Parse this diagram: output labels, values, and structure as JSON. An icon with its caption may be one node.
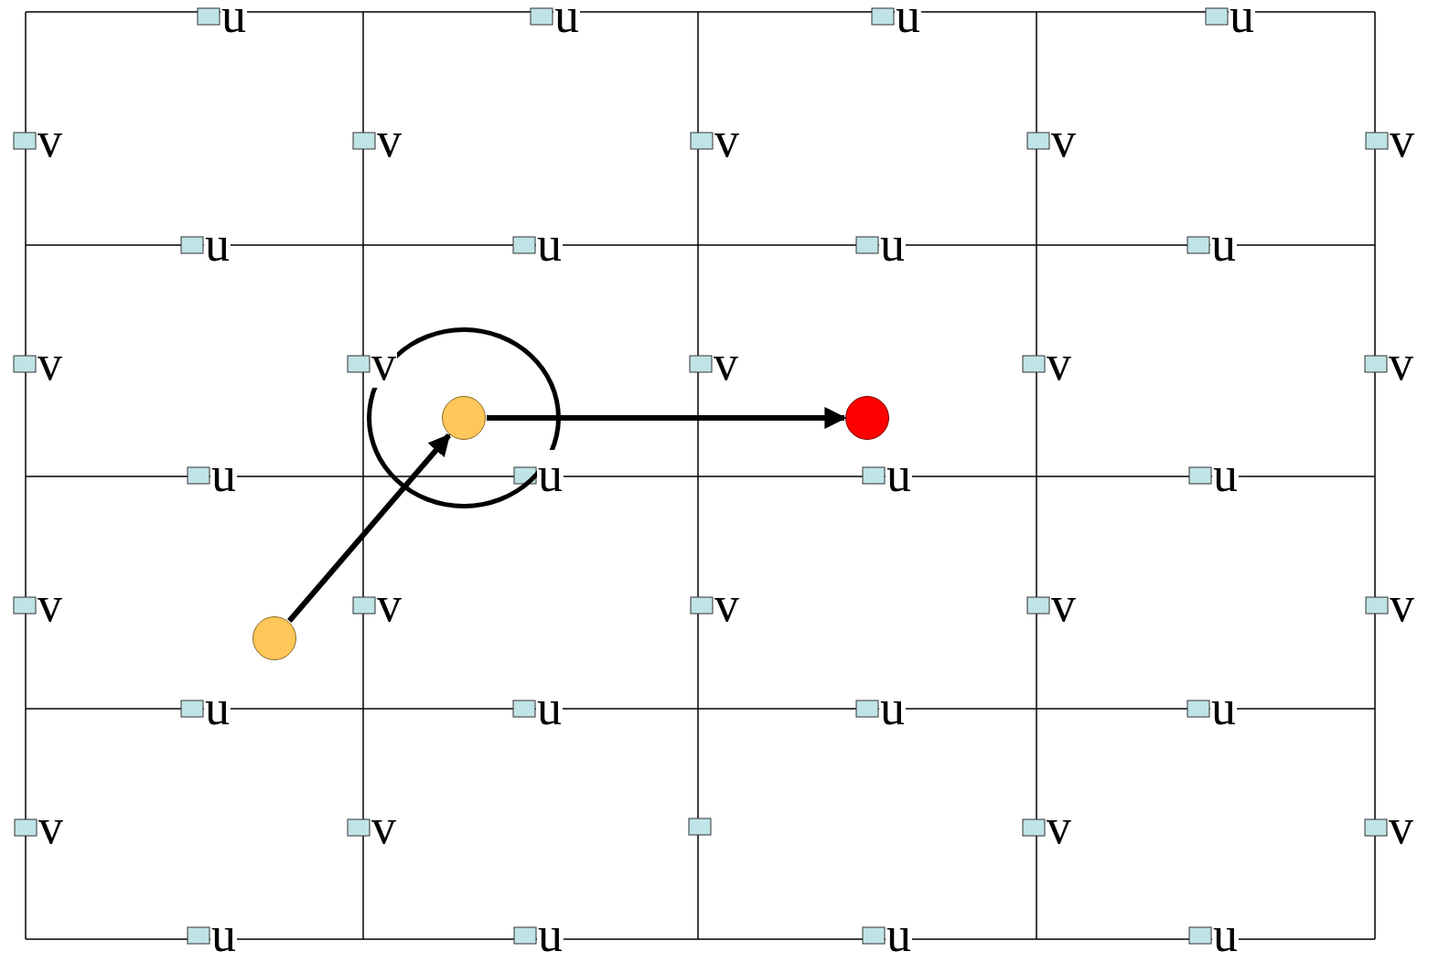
{
  "diagram": {
    "nodes": [
      {
        "text": [],
        "shape": "circle"
      },
      {
        "text": [],
        "shape": "circle"
      },
      {
        "text": [],
        "shape": "circle",
        "in": 1
      },
      {
        "text": [],
        "shape": "circle"
      }
    ],
    "edges": [
      {
        "from": 0,
        "to": 2,
        "arrow": "to"
      },
      {
        "from": 2,
        "to": 3,
        "arrow": "to"
      }
    ],
    "labels": [
      "u",
      "u",
      "u",
      "u",
      "v",
      "v",
      "v",
      "v",
      "v",
      "u",
      "u",
      "u",
      "u",
      "v",
      "v",
      "v",
      "v",
      "v",
      "u",
      "u",
      "u",
      "u",
      "v",
      "v",
      "v",
      "v",
      "v",
      "u",
      "u",
      "u",
      "u",
      "v",
      "v",
      "v",
      "v",
      "u",
      "u",
      "u",
      "u"
    ]
  }
}
